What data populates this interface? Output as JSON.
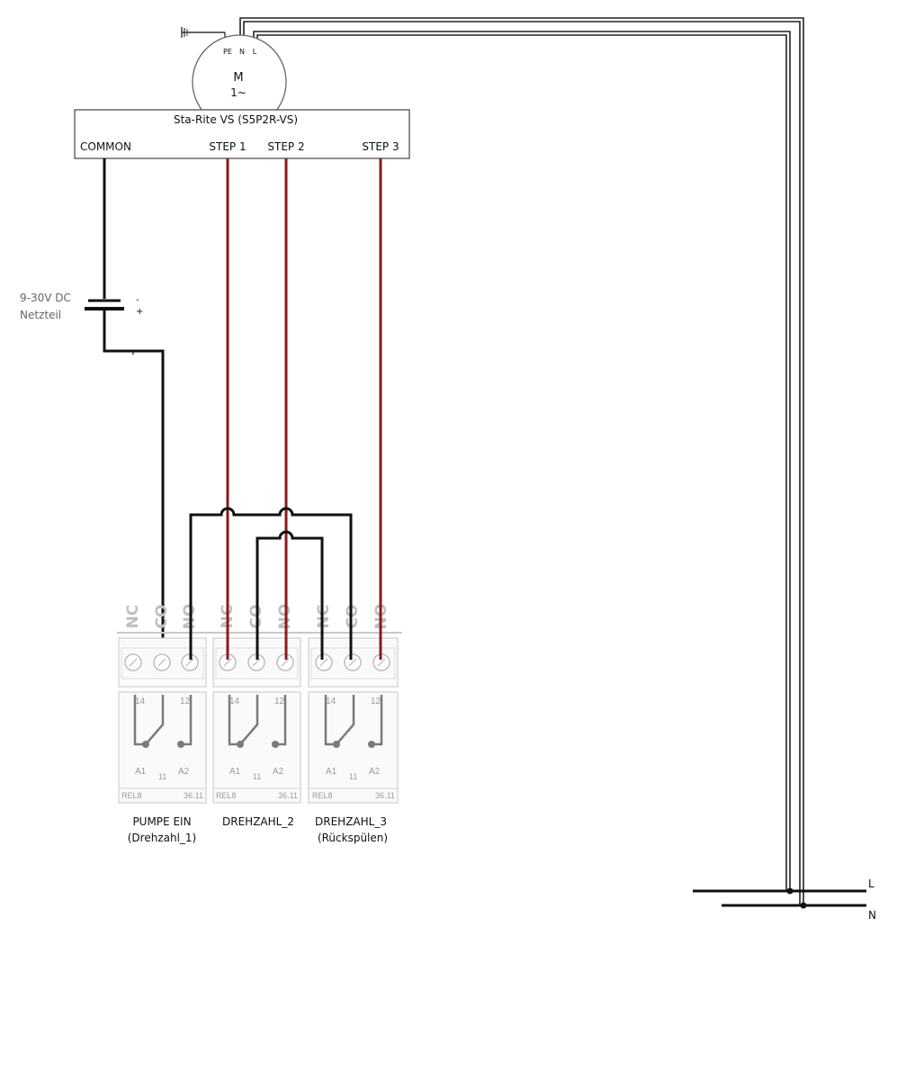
{
  "motor": {
    "pe": "PE",
    "n": "N",
    "l": "L",
    "symbol": "M",
    "phase": "1~"
  },
  "controller": {
    "title": "Sta-Rite VS (S5P2R-VS)",
    "common": "COMMON",
    "step1": "STEP 1",
    "step2": "STEP 2",
    "step3": "STEP 3"
  },
  "psu": {
    "line1": "9-30V DC",
    "line2": "Netzteil",
    "minus": "-",
    "plus": "+"
  },
  "relay_terminals": [
    "NC",
    "CO",
    "NO"
  ],
  "relays": [
    {
      "pin14": "14",
      "pin12": "12",
      "a1": "A1",
      "pin11": "11",
      "a2": "A2",
      "model": "REL8",
      "type": "36.11",
      "label1": "PUMPE EIN",
      "label2": "(Drehzahl_1)"
    },
    {
      "pin14": "14",
      "pin12": "12",
      "a1": "A1",
      "pin11": "11",
      "a2": "A2",
      "model": "REL8",
      "type": "36.11",
      "label1": "DREHZAHL_2",
      "label2": ""
    },
    {
      "pin14": "14",
      "pin12": "12",
      "a1": "A1",
      "pin11": "11",
      "a2": "A2",
      "model": "REL8",
      "type": "36.11",
      "label1": "DREHZAHL_3",
      "label2": "(Rückspülen)"
    }
  ],
  "mains": {
    "l": "L",
    "n": "N"
  },
  "colors": {
    "wire_black": "#111111",
    "wire_red": "#8a1a1a",
    "relay_gray": "#bfbfbf"
  }
}
